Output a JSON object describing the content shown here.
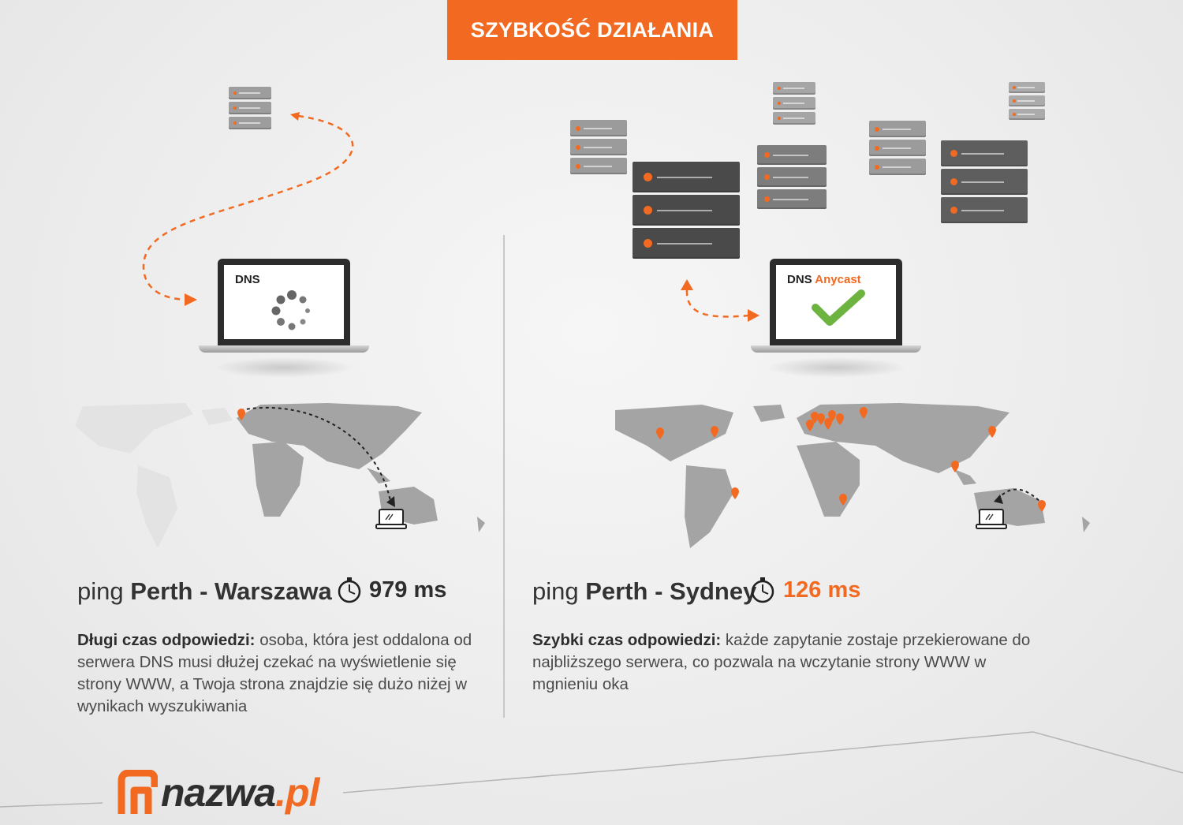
{
  "header": {
    "title": "SZYBKOŚĆ DZIAŁANIA"
  },
  "left": {
    "screen_label": "DNS",
    "ping_prefix": "ping",
    "ping_route": "Perth - Warszawa",
    "ping_value": "979 ms",
    "desc_lead": "Długi czas odpowiedzi:",
    "desc_text": "osoba, która jest oddalona od serwera DNS musi dłużej czekać na wyświetlenie się strony WWW, a Twoja strona znajdzie się dużo niżej w wynikach wyszukiwania"
  },
  "right": {
    "screen_label_1": "DNS",
    "screen_label_2": "Anycast",
    "ping_prefix": "ping",
    "ping_route": "Perth - Sydney",
    "ping_value": "126 ms",
    "desc_lead": "Szybki czas odpowiedzi:",
    "desc_text": "każde zapytanie zostaje przekierowane do najbliższego serwera, co pozwala na wczytanie strony WWW w mgnieniu oka"
  },
  "logo": {
    "word": "nazwa",
    "tld": ".pl"
  },
  "colors": {
    "accent": "#f26a21",
    "check": "#6cb33f",
    "server_light": "#9b9b9b",
    "server_dark": "#4a4a4a",
    "map": "#9f9f9f",
    "text": "#2e2e2e"
  },
  "icons": {
    "title": "none",
    "stopwatch": "stopwatch-icon",
    "laptop": "laptop-icon",
    "server": "server-icon",
    "pin": "location-pin-icon",
    "spinner": "loading-spinner-icon",
    "check": "checkmark-icon"
  }
}
